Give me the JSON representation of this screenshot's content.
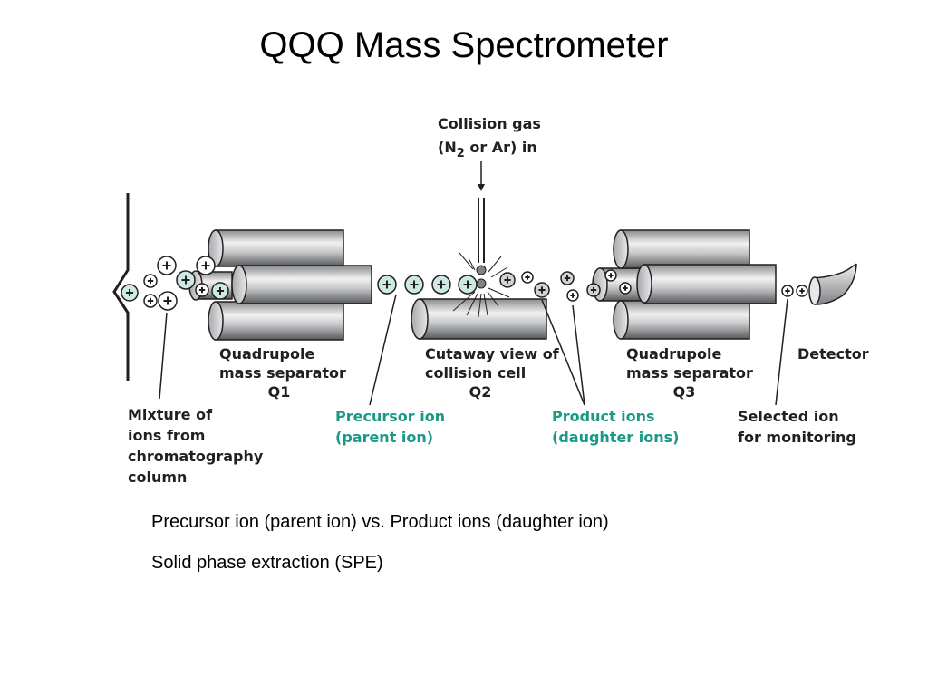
{
  "slide": {
    "title": "QQQ Mass Spectrometer",
    "bullets": [
      "Precursor ion (parent ion) vs. Product ions (daughter ion)",
      "Solid phase extraction (SPE)"
    ]
  },
  "diagram": {
    "collision_gas": {
      "line1": "Collision gas",
      "line2_prefix": "(N",
      "line2_sub": "2",
      "line2_suffix": " or Ar) in"
    },
    "q1": {
      "line1": "Quadrupole",
      "line2": "mass separator",
      "line3": "Q1"
    },
    "q2": {
      "line1": "Cutaway view of",
      "line2": "collision cell",
      "line3": "Q2"
    },
    "q3": {
      "line1": "Quadrupole",
      "line2": "mass separator",
      "line3": "Q3"
    },
    "detector": "Detector",
    "mixture": {
      "line1": "Mixture of",
      "line2": "ions from",
      "line3": "chromatography",
      "line4": "column"
    },
    "precursor": {
      "line1": "Precursor ion",
      "line2": "(parent ion)"
    },
    "product": {
      "line1": "Product ions",
      "line2": "(daughter ions)"
    },
    "selected": {
      "line1": "Selected ion",
      "line2": "for monitoring"
    },
    "colors": {
      "teal_text": "#1a9a86",
      "teal_ion": "#cde9e3",
      "rod_dark": "#6d6e70",
      "rod_light": "#e6e7e8",
      "text": "#231f20"
    }
  }
}
